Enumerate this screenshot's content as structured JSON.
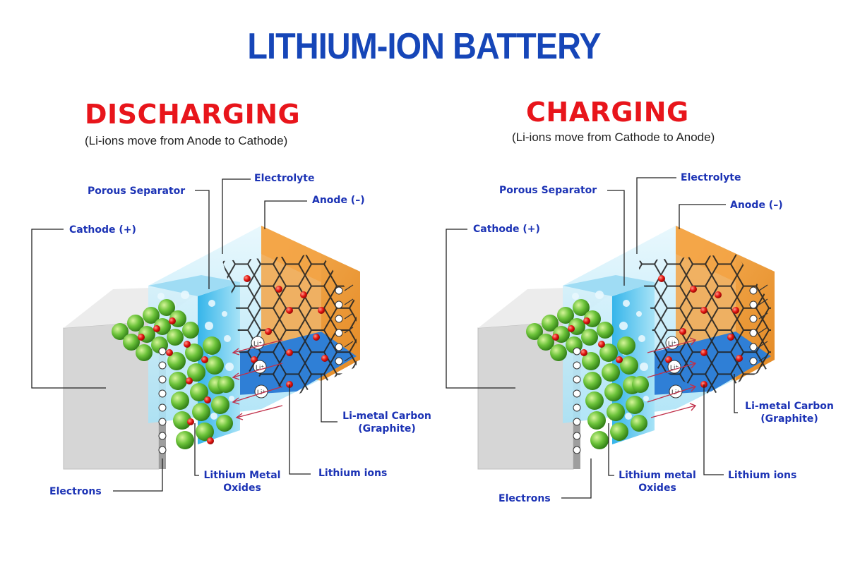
{
  "title": "LITHIUM-ION BATTERY",
  "colors": {
    "title": "#1646b8",
    "heading": "#e8151b",
    "label": "#1c33b5",
    "anode": "#f0a040",
    "electrolyte": "#bde9f7",
    "separator": "#4fc3ee",
    "graphite": "#2f7fd6",
    "oxide": "#6cc33a",
    "ion": "#e3130f",
    "casing": "#d4d4d4"
  },
  "panels": [
    {
      "heading": "DISCHARGING",
      "subtitle": "(Li-ions move from Anode to Cathode)",
      "labels": {
        "porous_separator": "Porous Separator",
        "electrolyte": "Electrolyte",
        "anode": "Anode (–)",
        "cathode": "Cathode (+)",
        "li_metal_carbon_1": "Li-metal Carbon",
        "li_metal_carbon_2": "(Graphite)",
        "lithium_ions": "Lithium ions",
        "oxides_1": "Lithium Metal",
        "oxides_2": "Oxides",
        "electrons": "Electrons"
      },
      "ion_symbol": "Li⁺",
      "ion_direction": "anode-to-cathode"
    },
    {
      "heading": "CHARGING",
      "subtitle": "(Li-ions move from Cathode to Anode)",
      "labels": {
        "porous_separator": "Porous Separator",
        "electrolyte": "Electrolyte",
        "anode": "Anode (–)",
        "cathode": "Cathode (+)",
        "li_metal_carbon_1": "Li-metal Carbon",
        "li_metal_carbon_2": "(Graphite)",
        "lithium_ions": "Lithium ions",
        "oxides_1": "Lithium metal",
        "oxides_2": "Oxides",
        "electrons": "Electrons"
      },
      "ion_symbol": "Li⁺",
      "ion_direction": "cathode-to-anode"
    }
  ]
}
